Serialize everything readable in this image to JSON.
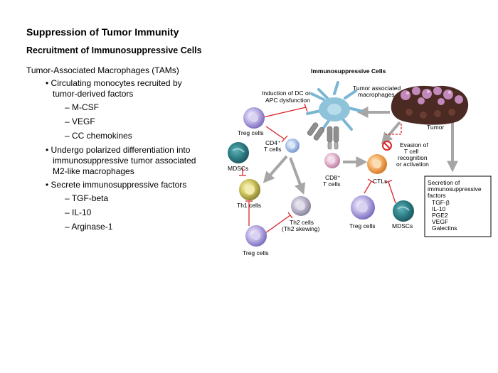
{
  "slide": {
    "title": "Suppression of Tumor Immunity",
    "subtitle": "Recruitment of Immunosuppressive Cells",
    "outline": {
      "heading": "Tumor-Associated Macrophages (TAMs)",
      "bullets": [
        {
          "text": "• Circulating monocytes recruited by",
          "text2": "tumor-derived factors",
          "subs": [
            "– M-CSF",
            "– VEGF",
            "– CC chemokines"
          ]
        },
        {
          "text": "• Undergo polarized differentiation into",
          "text2": "immunosuppressive tumor associated",
          "text3": "M2-like macrophages"
        },
        {
          "text": "• Secrete immunosuppressive factors",
          "subs": [
            "– TGF-beta",
            "– IL-10",
            "– Arginase-1"
          ]
        }
      ]
    }
  },
  "diagram": {
    "title": "Immunosuppressive Cells",
    "labels": {
      "dc_dysfunction_1": "Induction of DC or",
      "dc_dysfunction_2": "APC dysfunction",
      "tam_1": "Tumor associated",
      "tam_2": "macrophages",
      "tumor": "Tumor",
      "treg_top": "Treg cells",
      "cd4_1": "CD4⁺",
      "cd4_2": "T cells",
      "mdsc_left": "MDSCs",
      "th1": "Th1 cells",
      "th2_1": "Th2 cells",
      "th2_2": "(Th2 skewing)",
      "treg_bottom": "Treg cells",
      "cd8_1": "CD8⁺",
      "cd8_2": "T cells",
      "ctls": "CTLs",
      "evasion_1": "Evasion of",
      "evasion_2": "T cell",
      "evasion_3": "recognition",
      "evasion_4": "or activation",
      "treg_right": "Treg cells",
      "mdsc_right": "MDSCs"
    },
    "secretion_box": {
      "heading_1": "Secretion of",
      "heading_2": "immunosuppressive",
      "heading_3": "factors",
      "items": [
        "TGF-β",
        "IL-10",
        "PGE2",
        "VEGF",
        "Galectins"
      ]
    },
    "colors": {
      "treg": "#a89ad6",
      "cd4": "#9db7e0",
      "mdsc": "#2f7f86",
      "th1": "#c2b94a",
      "th2": "#a8a2b8",
      "cd8": "#d8a7c6",
      "ctl": "#f2a55a",
      "dc": "#8fc3da",
      "tumor": "#4a2a22",
      "inhibit": "#d9262b",
      "arrow": "#a6a6a6"
    }
  }
}
